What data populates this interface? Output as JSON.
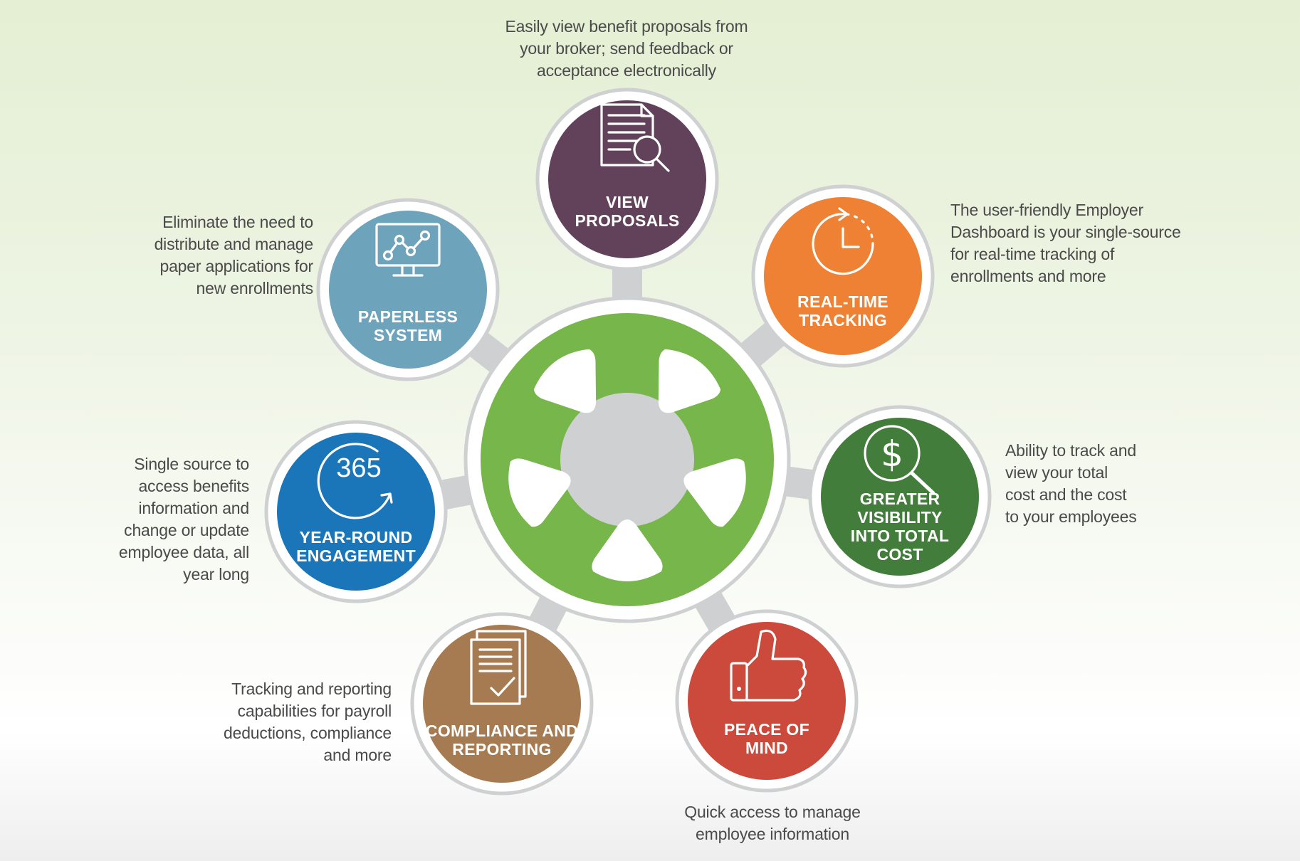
{
  "colors": {
    "hub": "#77b64a",
    "spoke": "#cfd0d1",
    "ring_fill": "#ffffff",
    "ring_stroke": "#cfd0d1",
    "text": "#4a4a4a"
  },
  "hub": {
    "icon": "wheel-icon"
  },
  "nodes": [
    {
      "id": "view-proposals",
      "icon": "document-search-icon",
      "color": "#61425a",
      "title_lines": [
        "VIEW",
        "PROPOSALS"
      ],
      "description_lines": [
        "Easily view benefit proposals from",
        "your broker; send feedback or",
        "acceptance electronically"
      ]
    },
    {
      "id": "real-time-tracking",
      "icon": "clock-icon",
      "color": "#ee8133",
      "title_lines": [
        "REAL-TIME",
        "TRACKING"
      ],
      "description_lines": [
        "The user-friendly Employer",
        "Dashboard is your single-source",
        "for real-time tracking of",
        "enrollments and more"
      ]
    },
    {
      "id": "greater-visibility",
      "icon": "dollar-magnifier-icon",
      "color": "#437d3b",
      "title_lines": [
        "GREATER",
        "VISIBILITY",
        "INTO TOTAL",
        "COST"
      ],
      "description_lines": [
        "Ability to track and",
        "view your total",
        "cost and the cost",
        "to your employees"
      ]
    },
    {
      "id": "peace-of-mind",
      "icon": "thumbs-up-icon",
      "color": "#cc4a3c",
      "title_lines": [
        "PEACE OF",
        "MIND"
      ],
      "description_lines": [
        "Quick access to manage",
        "employee information"
      ]
    },
    {
      "id": "compliance-reporting",
      "icon": "checklist-document-icon",
      "color": "#a67b52",
      "title_lines": [
        "COMPLIANCE AND",
        "REPORTING"
      ],
      "description_lines": [
        "Tracking and reporting",
        "capabilities for payroll",
        "deductions, compliance",
        "and more"
      ]
    },
    {
      "id": "year-round-engagement",
      "icon": "calendar-365-icon",
      "color": "#1a76b8",
      "icon_text": "365",
      "title_lines": [
        "YEAR-ROUND",
        "ENGAGEMENT"
      ],
      "description_lines": [
        "Single source to",
        "access benefits",
        "information and",
        "change or update",
        "employee data, all",
        "year long"
      ]
    },
    {
      "id": "paperless-system",
      "icon": "monitor-chart-icon",
      "color": "#6da3bb",
      "title_lines": [
        "PAPERLESS",
        "SYSTEM"
      ],
      "description_lines": [
        "Eliminate the need to",
        "distribute and manage",
        "paper applications for",
        "new enrollments"
      ]
    }
  ]
}
